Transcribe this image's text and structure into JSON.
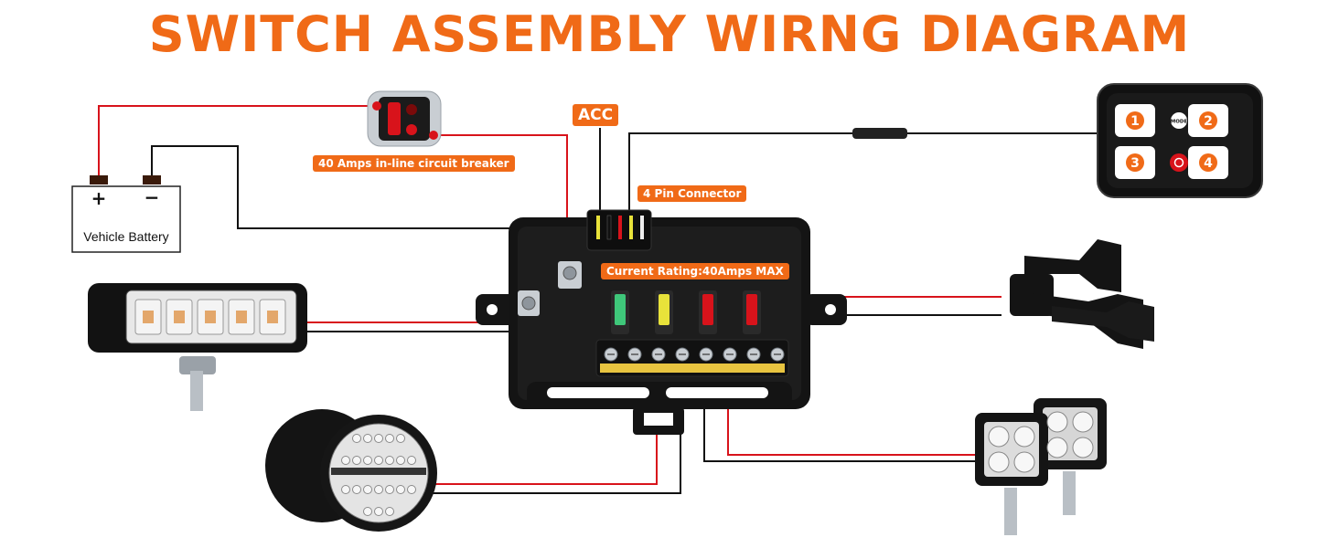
{
  "title": "SWITCH ASSEMBLY WIRNG DIAGRAM",
  "labels": {
    "acc": "ACC",
    "circuit_breaker": "40 Amps in-line circuit breaker",
    "pin_connector": "4 Pin Connector",
    "current_rating": "Current Rating:40Amps MAX",
    "battery": "Vehicle Battery",
    "battery_plus": "+",
    "battery_minus": "−"
  },
  "switch_panel": {
    "buttons": [
      "1",
      "2",
      "3",
      "4"
    ],
    "mode_label": "MODE"
  },
  "colors": {
    "accent": "#f06a17",
    "positive_wire": "#d8131b",
    "ground_wire": "#111111",
    "module_body": "#141414",
    "fuse_colors": [
      "#3fc77a",
      "#e8e23a",
      "#d8131b",
      "#d8131b"
    ]
  }
}
